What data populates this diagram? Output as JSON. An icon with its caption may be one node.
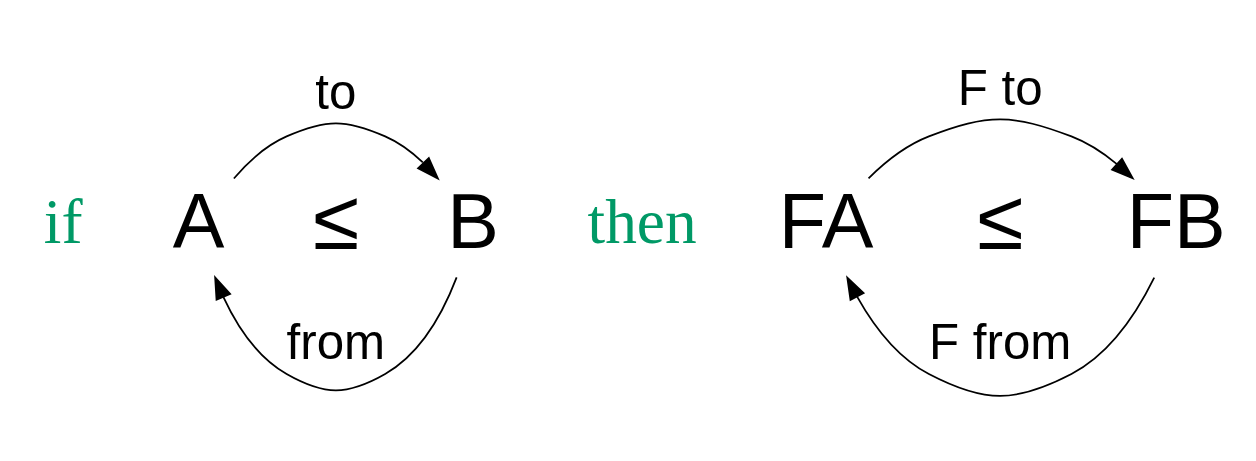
{
  "diagram": {
    "nodes": [
      {
        "text": [
          "A"
        ]
      },
      {
        "text": [
          "B"
        ]
      },
      {
        "text": [
          "FA"
        ]
      },
      {
        "text": [
          "FB"
        ]
      }
    ],
    "edges": [
      {
        "from": 0,
        "to": 1,
        "arrow": "to",
        "label": "to"
      },
      {
        "from": 1,
        "to": 0,
        "arrow": "to",
        "label": "from"
      },
      {
        "from": 2,
        "to": 3,
        "arrow": "to",
        "label": "F to"
      },
      {
        "from": 3,
        "to": 2,
        "arrow": "to",
        "label": "F from"
      }
    ],
    "labels": [
      "if",
      "≤",
      "then",
      "≤"
    ]
  }
}
